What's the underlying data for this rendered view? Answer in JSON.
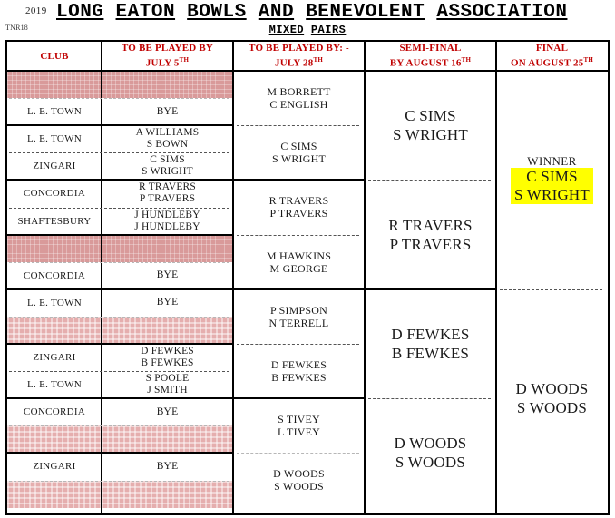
{
  "header": {
    "year": "2019",
    "doc_code": "TNR18",
    "title": "LONG EATON BOWLS AND BENEVOLENT ASSOCIATION",
    "subtitle": "MIXED PAIRS"
  },
  "columns": [
    {
      "line1": "CLUB",
      "line2": ""
    },
    {
      "line1": "TO BE PLAYED BY",
      "line2": "JULY 5",
      "sup": "TH"
    },
    {
      "line1": "TO BE PLAYED BY: -",
      "line2": "JULY 28",
      "sup": "TH"
    },
    {
      "line1": "SEMI-FINAL",
      "line2": "BY AUGUST 16",
      "sup": "TH"
    },
    {
      "line1": "FINAL",
      "line2": "ON AUGUST 25",
      "sup": "TH"
    }
  ],
  "round1": [
    {
      "club": "",
      "entry1": "",
      "entry2": "",
      "blank": "dark"
    },
    {
      "club": "L. E. TOWN",
      "entry1": "BYE",
      "entry2": ""
    },
    {
      "club": "L. E. TOWN",
      "entry1": "A WILLIAMS",
      "entry2": "S BOWN"
    },
    {
      "club": "ZINGARI",
      "entry1": "C SIMS",
      "entry2": "S WRIGHT"
    },
    {
      "club": "CONCORDIA",
      "entry1": "R TRAVERS",
      "entry2": "P TRAVERS"
    },
    {
      "club": "SHAFTESBURY",
      "entry1": "J HUNDLEBY",
      "entry2": "J HUNDLEBY"
    },
    {
      "club": "",
      "entry1": "",
      "entry2": "",
      "blank": "dark"
    },
    {
      "club": "CONCORDIA",
      "entry1": "BYE",
      "entry2": ""
    },
    {
      "club": "L. E. TOWN",
      "entry1": "BYE",
      "entry2": ""
    },
    {
      "club": "",
      "entry1": "",
      "entry2": "",
      "blank": "light"
    },
    {
      "club": "ZINGARI",
      "entry1": "D FEWKES",
      "entry2": "B FEWKES"
    },
    {
      "club": "L. E. TOWN",
      "entry1": "S POOLE",
      "entry2": "J SMITH"
    },
    {
      "club": "CONCORDIA",
      "entry1": "BYE",
      "entry2": ""
    },
    {
      "club": "",
      "entry1": "",
      "entry2": "",
      "blank": "light"
    },
    {
      "club": "ZINGARI",
      "entry1": "BYE",
      "entry2": ""
    },
    {
      "club": "",
      "entry1": "",
      "entry2": "",
      "blank": "light"
    }
  ],
  "round2": [
    {
      "entry1": "M BORRETT",
      "entry2": "C ENGLISH"
    },
    {
      "entry1": "C SIMS",
      "entry2": "S WRIGHT"
    },
    {
      "entry1": "R TRAVERS",
      "entry2": "P TRAVERS"
    },
    {
      "entry1": "M HAWKINS",
      "entry2": "M GEORGE"
    },
    {
      "entry1": "P SIMPSON",
      "entry2": "N TERRELL"
    },
    {
      "entry1": "D FEWKES",
      "entry2": "B FEWKES"
    },
    {
      "entry1": "S TIVEY",
      "entry2": "L TIVEY"
    },
    {
      "entry1": "D WOODS",
      "entry2": "S WOODS"
    }
  ],
  "semifinal": [
    {
      "entry1": "C SIMS",
      "entry2": "S WRIGHT"
    },
    {
      "entry1": "R TRAVERS",
      "entry2": "P TRAVERS"
    },
    {
      "entry1": "D FEWKES",
      "entry2": "B FEWKES"
    },
    {
      "entry1": "D WOODS",
      "entry2": "S WOODS"
    }
  ],
  "final": [
    {
      "label": "WINNER",
      "entry1": "C SIMS",
      "entry2": "S WRIGHT",
      "highlight": true
    },
    {
      "label": "",
      "entry1": "D WOODS",
      "entry2": "S WOODS",
      "highlight": false
    }
  ],
  "colors": {
    "header_text": "#c00000",
    "winner_highlight": "#ffff00",
    "blank_dark": "#d99a9a",
    "blank_light": "#e5aeae"
  }
}
